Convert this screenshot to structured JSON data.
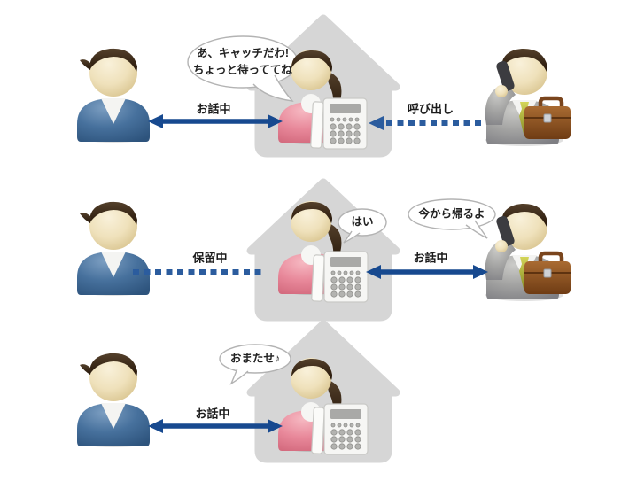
{
  "rows": [
    {
      "home_bubble_line1": "あ、キャッチだわ!",
      "home_bubble_line2": "ちょっと待っててね",
      "left_link_label": "お話中",
      "right_link_label": "呼び出し"
    },
    {
      "home_bubble": "はい",
      "caller_bubble": "今から帰るよ",
      "left_link_label": "保留中",
      "right_link_label": "お話中"
    },
    {
      "home_bubble": "おまたせ♪",
      "left_link_label": "お話中"
    }
  ],
  "colors": {
    "background": "#ffffff",
    "solid_arrow_blue": "#17498f",
    "dashed_line_blue": "#2b5c9e",
    "house_gray": "#d6d6d6",
    "home_person_pink": "#e8889a",
    "caller_person_blue": "#47719d",
    "businessman_suit_gray": "#a3a3a2",
    "briefcase_brown": "#8a5423",
    "tie_green": "#a9ae3c",
    "bubble_border_gray": "#b3b3b3"
  },
  "icons": [
    "house-icon",
    "home-person-icon",
    "caller-person-icon",
    "businessman-icon",
    "phone-icon",
    "handset-icon",
    "briefcase-icon",
    "speech-bubble",
    "double-arrow",
    "dashed-arrow"
  ]
}
